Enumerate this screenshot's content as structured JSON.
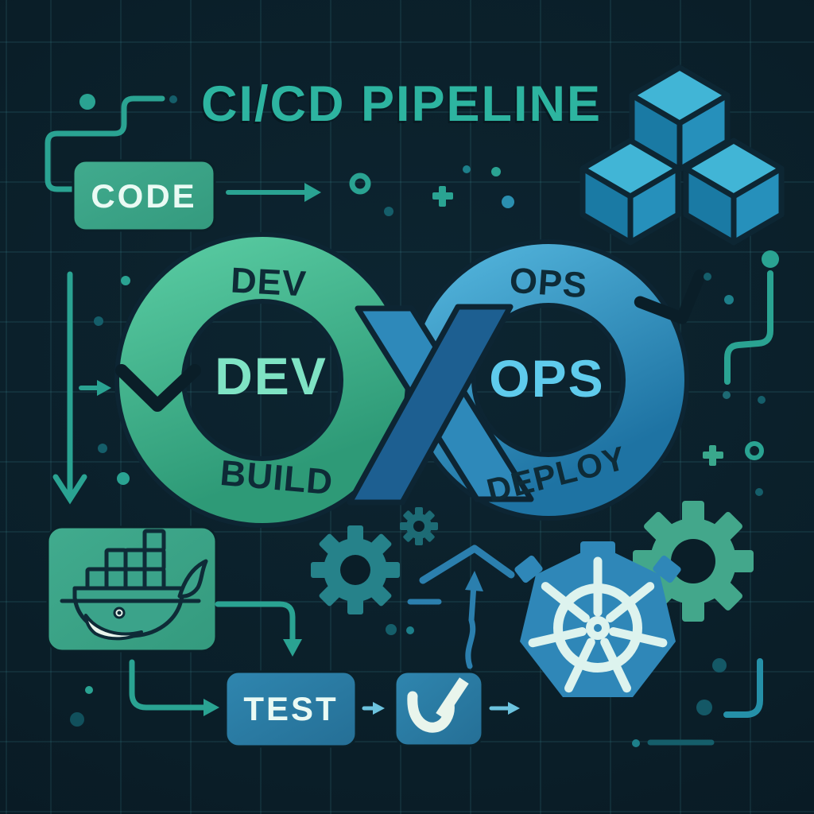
{
  "title": "CI/CD PIPELINE",
  "nodes": {
    "code": {
      "label": "CODE"
    },
    "test": {
      "label": "TEST"
    }
  },
  "loop": {
    "dev_arc": "DEV",
    "dev_center": "DEV",
    "build": "BUILD",
    "ops_arc": "OPS",
    "ops_center": "OPS",
    "deploy": "DEPLOY"
  },
  "icons": {
    "cubes": "container-cubes-icon",
    "docker": "docker-whale-icon",
    "kubernetes": "kubernetes-helm-icon",
    "check": "check-swoosh-icon",
    "gear_large": "gear-icon",
    "gear_small": "gear-icon",
    "gear_green": "gear-icon",
    "plus": "plus-icon",
    "chevron": "chevron-up-icon"
  },
  "colors": {
    "background": "#0a1e28",
    "grid": "#2c5a64",
    "accent_teal": "#2aa392",
    "title_teal": "#2db4a0",
    "green_box": "#3ba38a",
    "blue_box": "#2a7ea8",
    "ring_green_light": "#55c79e",
    "ring_green_dark": "#2e9a77",
    "ring_blue_light": "#4fb0d8",
    "ring_blue_dark": "#1e73a3",
    "band_light": "#2e89ba",
    "band_dark": "#1d5f91",
    "dark_ink": "#0e2b37",
    "mint_text": "#7fe3c4",
    "lightblue_text": "#5fcbec",
    "cube_top": "#41b5d6",
    "cube_left": "#1a7aa4",
    "cube_right": "#2690bb",
    "white_ink": "#e9f5ec"
  }
}
